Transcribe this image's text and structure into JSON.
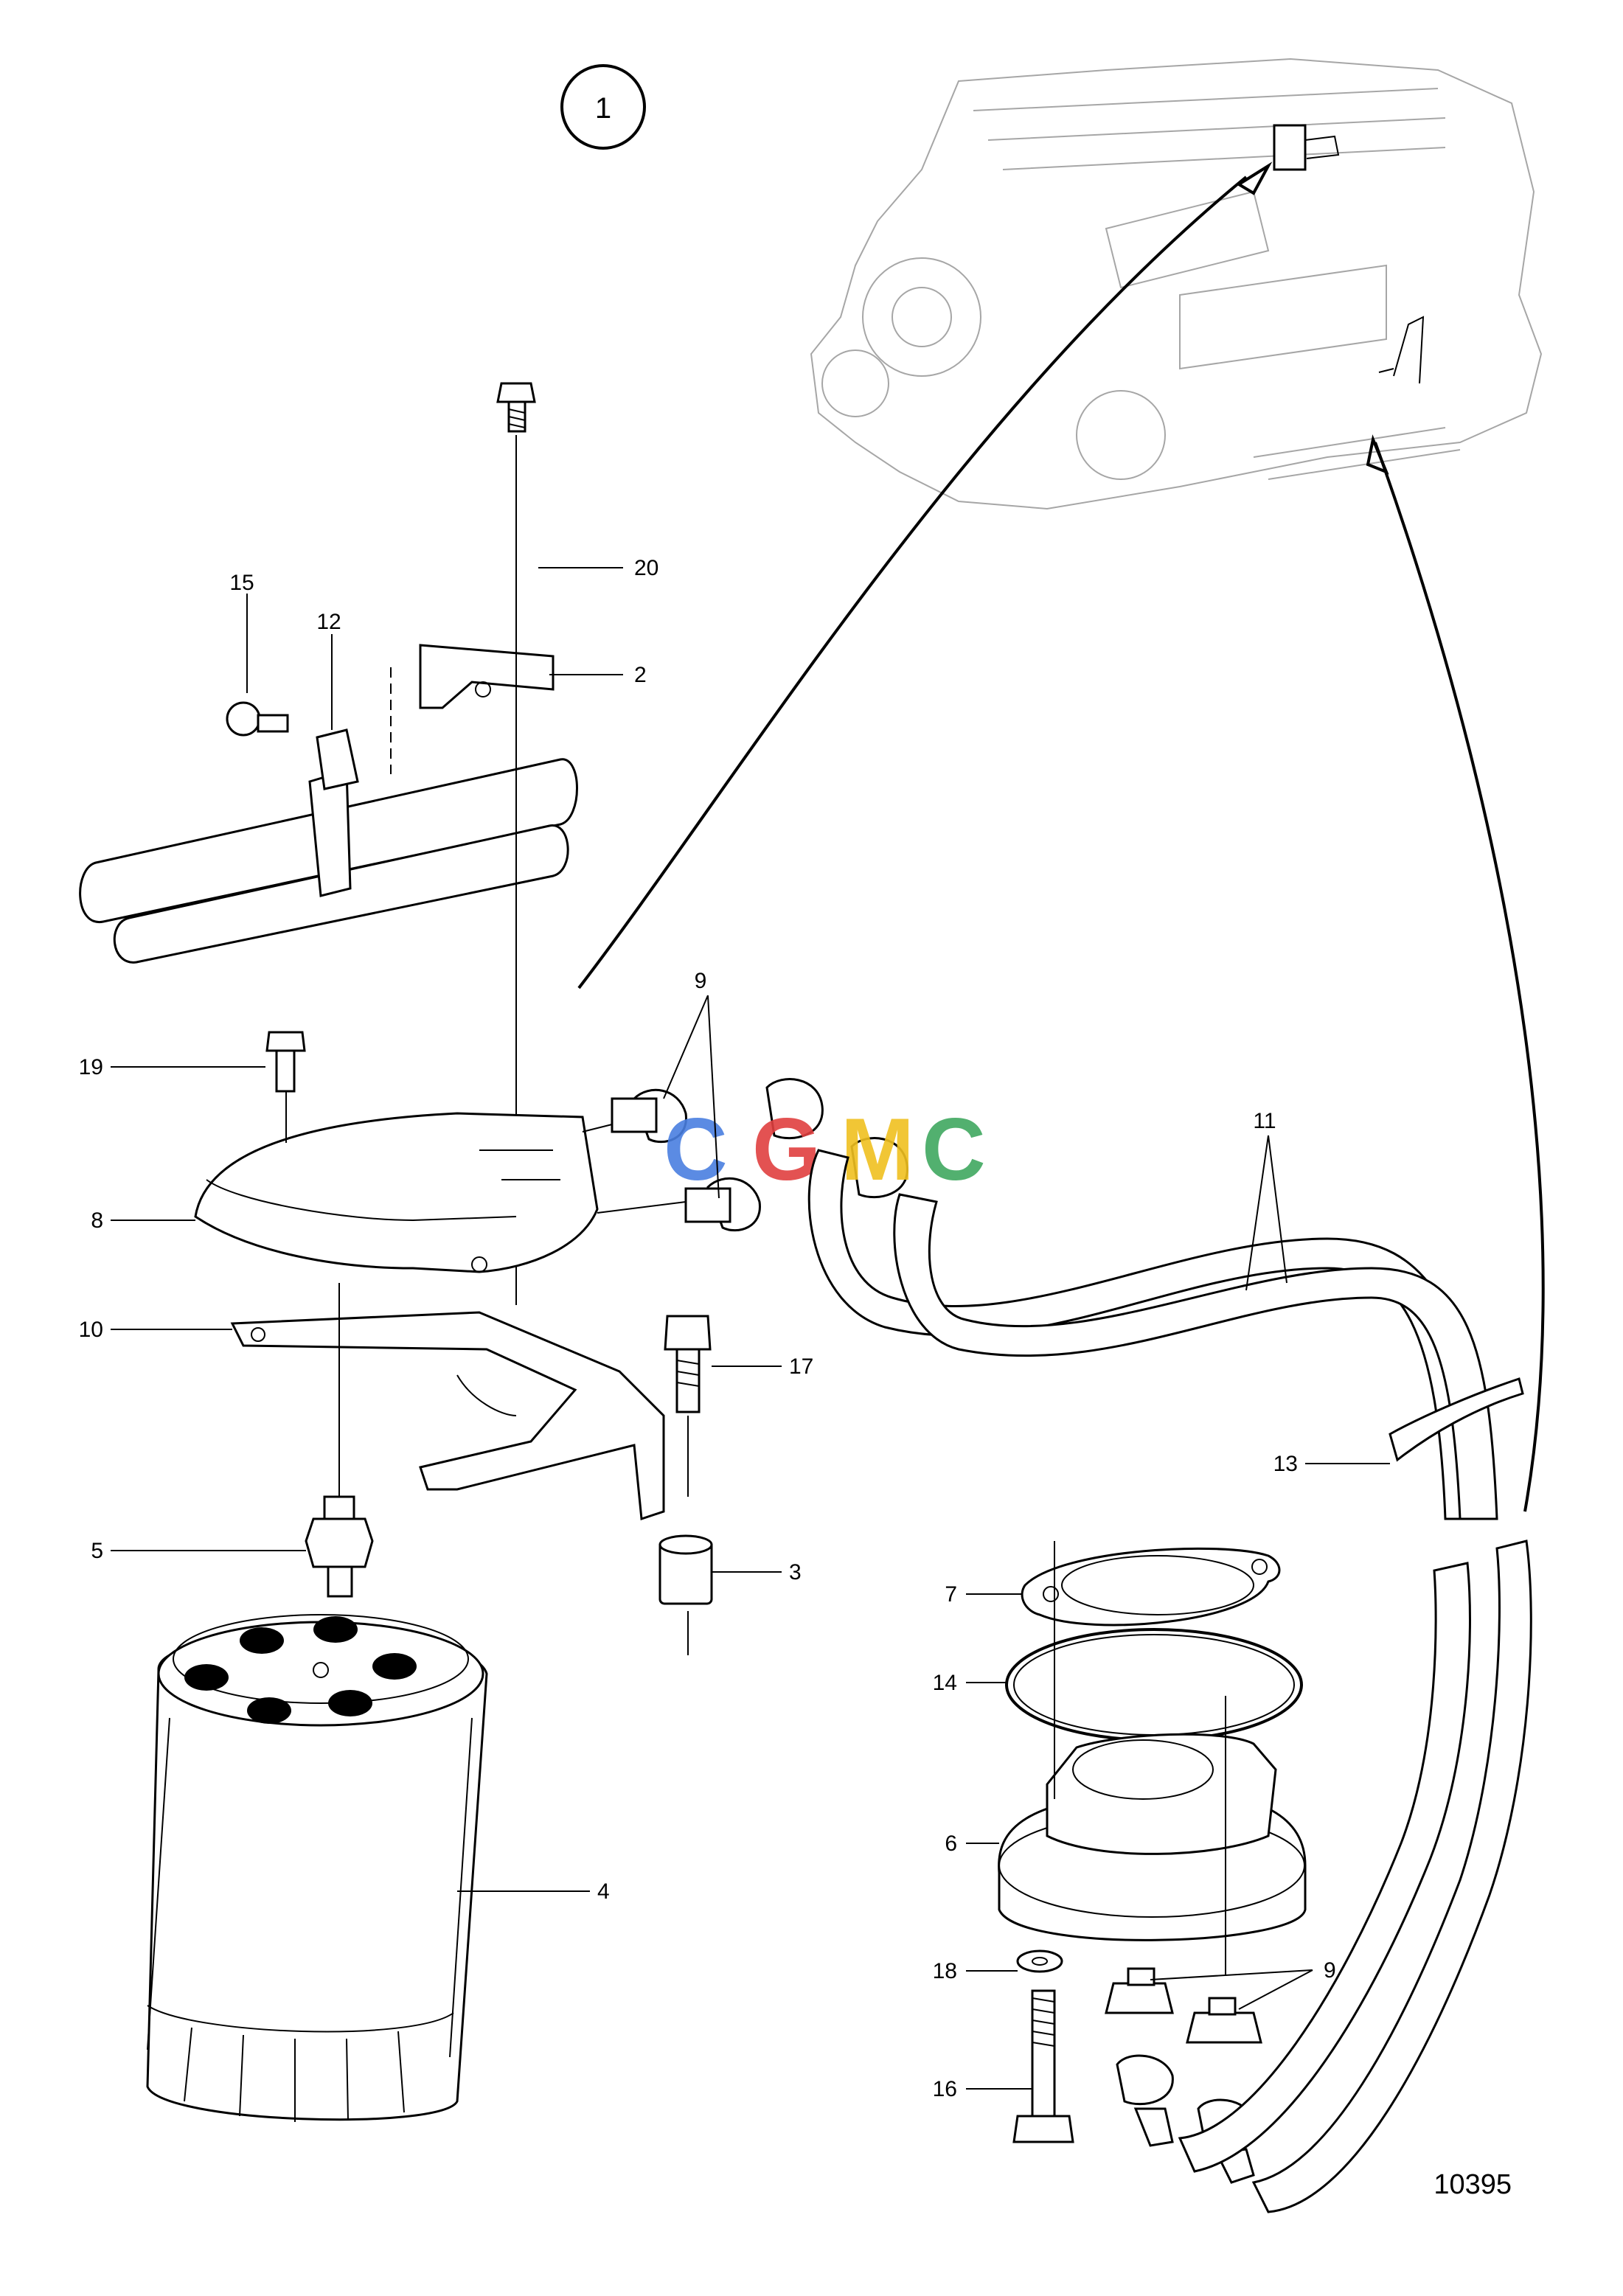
{
  "diagram": {
    "figure_number": "1",
    "reference_number": "10395",
    "watermark": {
      "text": "CGMC",
      "colors": [
        "#4a7fe0",
        "#e04040",
        "#f0c020",
        "#40a860"
      ]
    },
    "callouts": [
      {
        "id": "c1",
        "label": "1"
      },
      {
        "id": "c2",
        "label": "2"
      },
      {
        "id": "c3",
        "label": "3"
      },
      {
        "id": "c4",
        "label": "4"
      },
      {
        "id": "c5",
        "label": "5"
      },
      {
        "id": "c6",
        "label": "6"
      },
      {
        "id": "c7",
        "label": "7"
      },
      {
        "id": "c8",
        "label": "8"
      },
      {
        "id": "c9a",
        "label": "9"
      },
      {
        "id": "c9b",
        "label": "9"
      },
      {
        "id": "c10",
        "label": "10"
      },
      {
        "id": "c11",
        "label": "11"
      },
      {
        "id": "c12",
        "label": "12"
      },
      {
        "id": "c13",
        "label": "13"
      },
      {
        "id": "c14",
        "label": "14"
      },
      {
        "id": "c15",
        "label": "15"
      },
      {
        "id": "c16",
        "label": "16"
      },
      {
        "id": "c17",
        "label": "17"
      },
      {
        "id": "c18",
        "label": "18"
      },
      {
        "id": "c19",
        "label": "19"
      },
      {
        "id": "c20",
        "label": "20"
      }
    ]
  }
}
